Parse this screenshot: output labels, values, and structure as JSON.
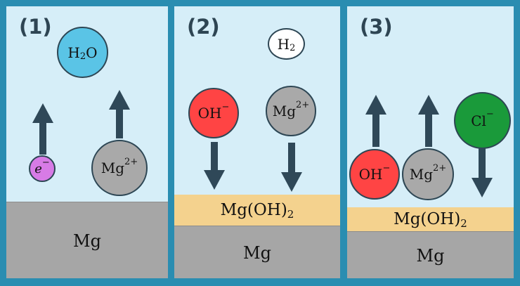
{
  "panels": [
    {
      "number": "(1)",
      "water": {
        "main": "H",
        "sub": "2",
        "tail": "O",
        "color": "#5ac4e6"
      },
      "electron": {
        "text": "e",
        "sup": "−",
        "color": "#d77be6"
      },
      "magnesium_ion": {
        "main": "Mg",
        "sup": "2+",
        "color": "#a9a9a9"
      },
      "metal": "Mg"
    },
    {
      "number": "(2)",
      "hydrogen": {
        "main": "H",
        "sub": "2",
        "color": "#ffffff"
      },
      "hydroxide": {
        "main": "OH",
        "sup": "−",
        "color": "#ff4444"
      },
      "magnesium_ion": {
        "main": "Mg",
        "sup": "2+",
        "color": "#a9a9a9"
      },
      "hydroxide_layer": {
        "main": "Mg(OH)",
        "sub": "2",
        "color": "#f4d28e"
      },
      "metal": "Mg"
    },
    {
      "number": "(3)",
      "hydroxide": {
        "main": "OH",
        "sup": "−",
        "color": "#ff4444"
      },
      "magnesium_ion": {
        "main": "Mg",
        "sup": "2+",
        "color": "#a9a9a9"
      },
      "chloride": {
        "main": "Cl",
        "sup": "−",
        "color": "#1a9a3a"
      },
      "hydroxide_layer": {
        "main": "Mg(OH)",
        "sub": "2",
        "color": "#f4d28e"
      },
      "metal": "Mg"
    }
  ],
  "colors": {
    "border": "#2a8db1",
    "solution": "#d6eef8",
    "metal": "#a6a6a6",
    "arrow": "#2f4858"
  }
}
